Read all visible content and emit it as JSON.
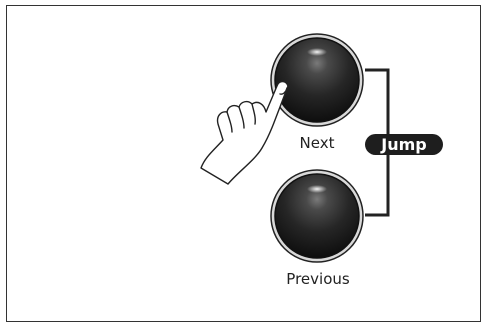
{
  "buttons": {
    "next": {
      "label": "Next"
    },
    "previous": {
      "label": "Previous"
    }
  },
  "jump": {
    "label": "Jump"
  },
  "colors": {
    "button_dark": "#1a1a1a",
    "button_highlight": "#6e6e6e",
    "bracket": "#222222",
    "frame": "#333333"
  }
}
